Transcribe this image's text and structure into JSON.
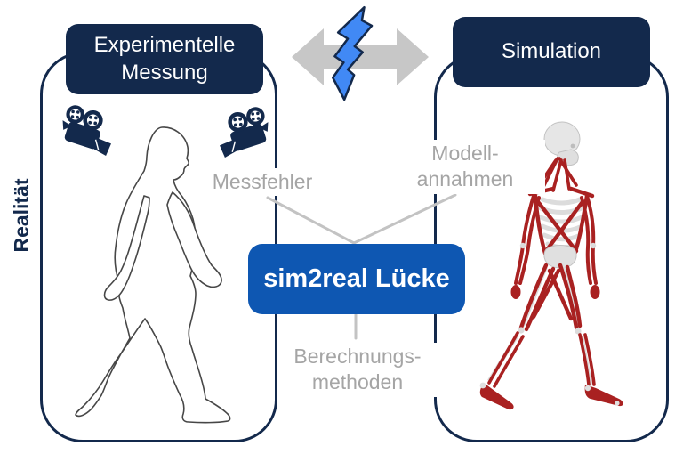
{
  "colors": {
    "navy": "#13294C",
    "gap_blue": "#0E57B2",
    "lightning_blue": "#4189F5",
    "arrow_gray": "#C7C7C7",
    "label_gray": "#A5A5A5",
    "connector_gray": "#C3C3C3",
    "muscle_red": "#A92121",
    "bone_gray": "#E2E2E2",
    "outline_gray": "#474747"
  },
  "left_panel": {
    "title": "Experimentelle Messung",
    "side_label": "Realität",
    "figure": "walking-person-outline",
    "icons": [
      "video-camera",
      "video-camera"
    ]
  },
  "right_panel": {
    "title": "Simulation",
    "figure": "musculoskeletal-model"
  },
  "gap_box": {
    "label": "sim2real Lücke"
  },
  "annotations": {
    "measurement_error": {
      "lines": [
        "Messfehler"
      ]
    },
    "model_assumptions": {
      "lines": [
        "Modell-",
        "annahmen"
      ]
    },
    "computation_methods": {
      "lines": [
        "Berechnungs-",
        "methoden"
      ]
    }
  },
  "icons": {
    "exchange": "double-headed-arrow",
    "conflict": "lightning-bolt",
    "camera": "video-camera"
  }
}
